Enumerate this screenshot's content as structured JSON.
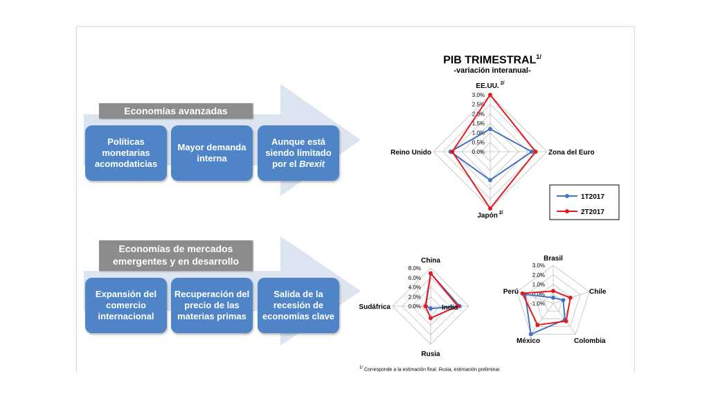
{
  "advanced": {
    "tag": "Economías avanzadas",
    "boxes": [
      {
        "text": "Políticas monetarias acomodaticias"
      },
      {
        "text": "Mayor demanda interna"
      },
      {
        "pre": "Aunque está siendo limitado por el ",
        "italic": "Brexit"
      }
    ]
  },
  "emerging": {
    "tag_line1": "Economías de mercados",
    "tag_line2": "emergentes y en desarrollo",
    "boxes": [
      {
        "text": "Expansión del comercio internacional"
      },
      {
        "text": "Recuperación del precio de las materias primas"
      },
      {
        "text": "Salida de la recesión de economías clave"
      }
    ]
  },
  "header": {
    "title": "PIB TRIMESTRAL",
    "title_sup": "1/",
    "subtitle": "-variación interanual-"
  },
  "footnote": {
    "sup": "1/",
    "text": "Corresponde a la estimación final. Rusia, estimación preliminar."
  },
  "colors": {
    "arrow": "#dce4f1",
    "box": "#4f85c6",
    "tag": "#8c8c8c",
    "series1": "#4472c4",
    "series2": "#e41a1c"
  },
  "chart_data": [
    {
      "type": "radar",
      "axes": [
        "EE.UU.",
        "Zona del Euro",
        "Japón",
        "Reino Unido"
      ],
      "axis_sup": [
        "2/",
        "",
        "2/",
        ""
      ],
      "ticks": [
        "0.0%",
        "0.5%",
        "1.0%",
        "1.5%",
        "2.0%",
        "2.5%",
        "3.0%"
      ],
      "range": [
        0,
        3.0
      ],
      "legend_position": "bottom-right",
      "series": [
        {
          "name": "1T2017",
          "values": [
            1.2,
            2.2,
            1.5,
            2.1
          ]
        },
        {
          "name": "2T2017",
          "values": [
            3.0,
            2.4,
            3.0,
            2.0
          ]
        }
      ]
    },
    {
      "type": "radar",
      "axes": [
        "China",
        "India",
        "Rusia",
        "Sudáfrica"
      ],
      "ticks": [
        "0.0%",
        "2.0%",
        "4.0%",
        "6.0%",
        "8.0%"
      ],
      "range": [
        0,
        8.0
      ],
      "series": [
        {
          "name": "1T2017",
          "values": [
            6.9,
            6.1,
            0.5,
            1.0
          ]
        },
        {
          "name": "2T2017",
          "values": [
            6.9,
            5.7,
            2.5,
            1.1
          ]
        }
      ]
    },
    {
      "type": "radar",
      "axes": [
        "Brasil",
        "Chile",
        "Colombia",
        "México",
        "Perú"
      ],
      "ticks": [
        "-1.0%",
        "0.0%",
        "1.0%",
        "2.0%",
        "3.0%"
      ],
      "range": [
        -1.0,
        3.0
      ],
      "series": [
        {
          "name": "1T2017",
          "values": [
            -0.4,
            0.1,
            1.1,
            3.0,
            2.1
          ]
        },
        {
          "name": "2T2017",
          "values": [
            0.3,
            0.9,
            1.3,
            1.8,
            2.4
          ]
        }
      ]
    }
  ]
}
